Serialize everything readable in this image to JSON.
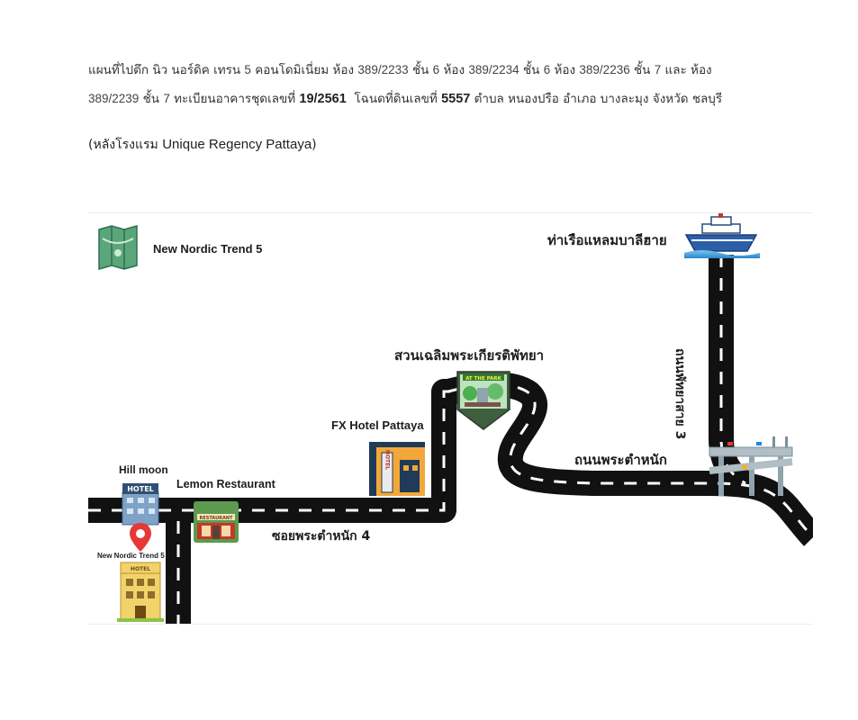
{
  "intro": {
    "s1": "แผนที่ไปตึก นิว นอร์ดิค เทรน",
    "n1": "5",
    "s2": "คอนโดมิเนี่ยม ห้อง",
    "n2": "389/2233",
    "s3": "ชั้น",
    "n3": "6",
    "s4": "ห้อง",
    "n4": "389/2234",
    "s5": "ชั้น",
    "n5": "6",
    "s6": "ห้อง",
    "n6": "389/2236",
    "s7": "ชั้น",
    "n7": "7",
    "s8": "และ ห้อง",
    "n8": "389/2239",
    "s9": "ชั้น",
    "n9": "7",
    "s10": "ทะเบียนอาคารชุดเลขที่",
    "b1": "19/2561",
    "s11": "โฉนดที่ดินเลขที่",
    "b2": "5557",
    "s12": "ตำบล หนองปรือ อำเภอ บางละมุง จังหวัด ชลบุรี"
  },
  "note": {
    "prefix": "(หลังโรงแรม",
    "hotel": "Unique Regency Pattaya",
    "suffix": ")"
  },
  "map": {
    "legend_label": "New Nordic Trend 5",
    "pier_label": "ท่าเรือแหลมบาลีฮาย",
    "road_thappraya3": "ถนนพัทยาสาย 3",
    "park_label": "สวนเฉลิมพระเกียรติพัทยา",
    "park_sign": "AT THE PARK",
    "fx_hotel": "FX Hotel Pattaya",
    "fx_sign": "HOTEL",
    "road_phratamnak": "ถนนพระตำหนัก",
    "hill_moon": "Hill moon",
    "hill_moon_sign": "HOTEL",
    "lemon_restaurant": "Lemon Restaurant",
    "lemon_sign": "RESTAURANT",
    "soi_label": "ซอยพระตำหนัก 4",
    "target_label": "New Nordic Trend 5",
    "target_sign": "HOTEL"
  },
  "colors": {
    "road": "#111111",
    "pin": "#e53935",
    "water": "#3a9ad9",
    "park_green": "#4caf50",
    "building_yellow": "#f2d36b"
  },
  "icons": [
    "map-icon",
    "ship-icon",
    "park-icon",
    "hotel-icon",
    "restaurant-icon",
    "location-pin-icon",
    "building-icon",
    "overpass-icon"
  ]
}
